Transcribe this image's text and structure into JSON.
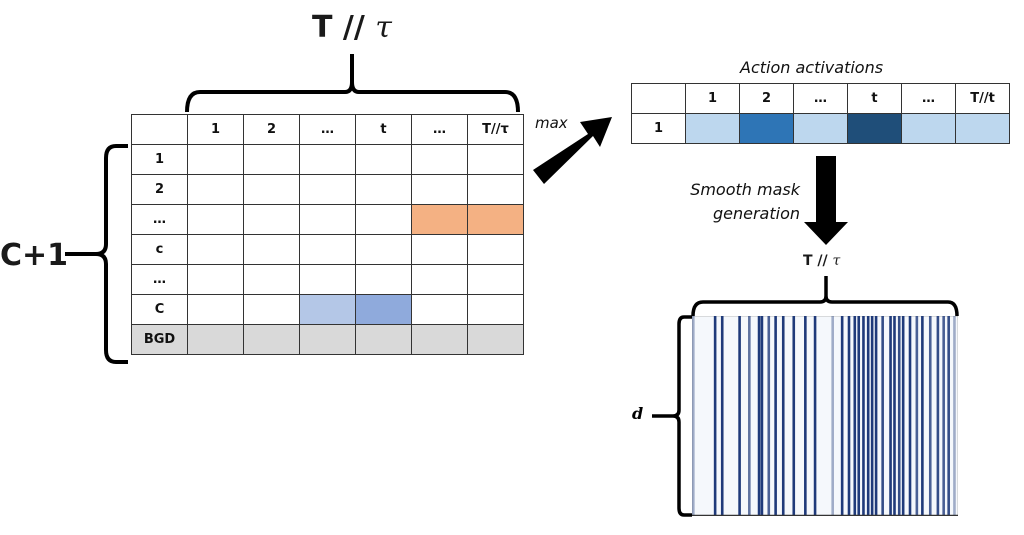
{
  "left_panel": {
    "top_label": {
      "prefix": "T //",
      "tau": "τ"
    },
    "side_label": "C+1",
    "table": {
      "columns": [
        "",
        "1",
        "2",
        "…",
        "t",
        "…",
        "T//τ"
      ],
      "rows": [
        {
          "label": "1",
          "cells": [
            "",
            "",
            "",
            "",
            "",
            ""
          ]
        },
        {
          "label": "2",
          "cells": [
            "",
            "",
            "",
            "",
            "",
            ""
          ]
        },
        {
          "label": "…",
          "cells": [
            "",
            "",
            "",
            "",
            "orange",
            "orange"
          ]
        },
        {
          "label": "c",
          "cells": [
            "",
            "",
            "",
            "",
            "",
            ""
          ]
        },
        {
          "label": "…",
          "cells": [
            "",
            "",
            "",
            "",
            "",
            ""
          ]
        },
        {
          "label": "C",
          "cells": [
            "",
            "",
            "lightblue",
            "blue",
            "",
            ""
          ]
        },
        {
          "label": "BGD",
          "cells": [
            "gray",
            "gray",
            "gray",
            "gray",
            "gray",
            "gray"
          ],
          "background": true
        }
      ]
    }
  },
  "arrow_max_label": "max",
  "activations": {
    "title": "Action activations",
    "columns": [
      "",
      "1",
      "2",
      "…",
      "t",
      "…",
      "T//t"
    ],
    "row_label": "1",
    "cell_levels": [
      "low",
      "high",
      "low",
      "max",
      "low",
      "low"
    ]
  },
  "smooth_mask_label": [
    "Smooth mask",
    "generation"
  ],
  "mask": {
    "top_label": {
      "prefix": "T //",
      "tau": "τ"
    },
    "side_label": "d",
    "stripe_positions": [
      0.0,
      0.083,
      0.11,
      0.176,
      0.213,
      0.25,
      0.261,
      0.287,
      0.313,
      0.342,
      0.382,
      0.426,
      0.463,
      0.53,
      0.566,
      0.592,
      0.614,
      0.629,
      0.647,
      0.665,
      0.68,
      0.695,
      0.72,
      0.75,
      0.765,
      0.783,
      0.798,
      0.824,
      0.85,
      0.871,
      0.901,
      0.93,
      0.952,
      0.971,
      0.993
    ],
    "stripe_strength": [
      0.4,
      1,
      1,
      1,
      0.7,
      1,
      1,
      0.8,
      1,
      1,
      1,
      1,
      1,
      0.4,
      1,
      1,
      1,
      1,
      1,
      1,
      1,
      1,
      0.9,
      1,
      1,
      0.9,
      1,
      1,
      0.8,
      1,
      0.8,
      0.9,
      0.8,
      0.9,
      0.4
    ]
  },
  "colors": {
    "orange": "#f4b183",
    "lightblue": "#b4c7e7",
    "blue": "#8faadc",
    "gray": "#d9d9d9",
    "act_low": "#bdd7ee",
    "act_high": "#2e75b6",
    "act_max": "#1f4e79",
    "mask_bg": "#f5f8fc",
    "stripe": "#1f3a7a"
  }
}
